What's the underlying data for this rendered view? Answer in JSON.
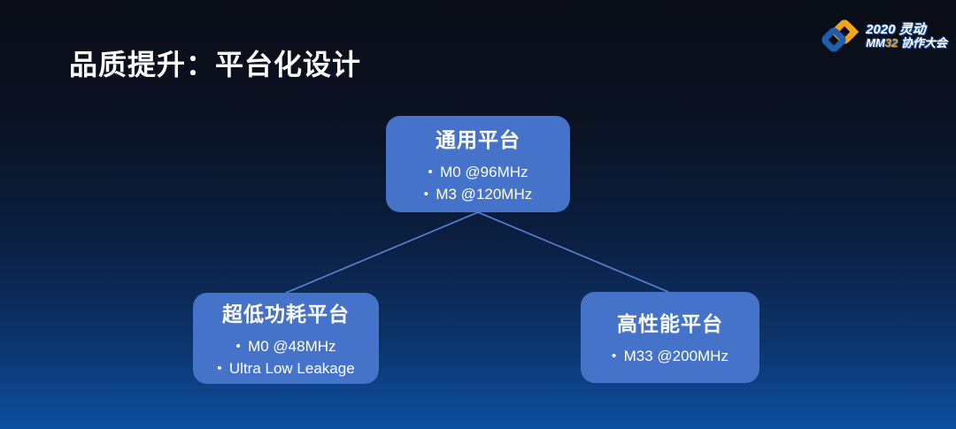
{
  "slide": {
    "title": "品质提升：平台化设计"
  },
  "logo": {
    "year": "2020",
    "brand": "灵动",
    "mm": "MM",
    "num32": "32",
    "event": "协作大会",
    "icon": "mm32-interlocking-links-icon",
    "colors": {
      "blue": "#1f5fad",
      "orange": "#f2a41b",
      "white": "#ffffff"
    }
  },
  "diagram": {
    "node_color": "#4573c9",
    "edge_color": "#5b84d8",
    "nodes": [
      {
        "id": "general-platform",
        "title": "通用平台",
        "bullets": [
          "M0 @96MHz",
          "M3 @120MHz"
        ]
      },
      {
        "id": "ultra-low-power-platform",
        "title": "超低功耗平台",
        "bullets": [
          "M0 @48MHz",
          "Ultra Low Leakage"
        ]
      },
      {
        "id": "high-performance-platform",
        "title": "高性能平台",
        "bullets": [
          "M33 @200MHz"
        ]
      }
    ],
    "edges": [
      {
        "from": "general-platform",
        "to": "ultra-low-power-platform"
      },
      {
        "from": "general-platform",
        "to": "high-performance-platform"
      }
    ]
  }
}
